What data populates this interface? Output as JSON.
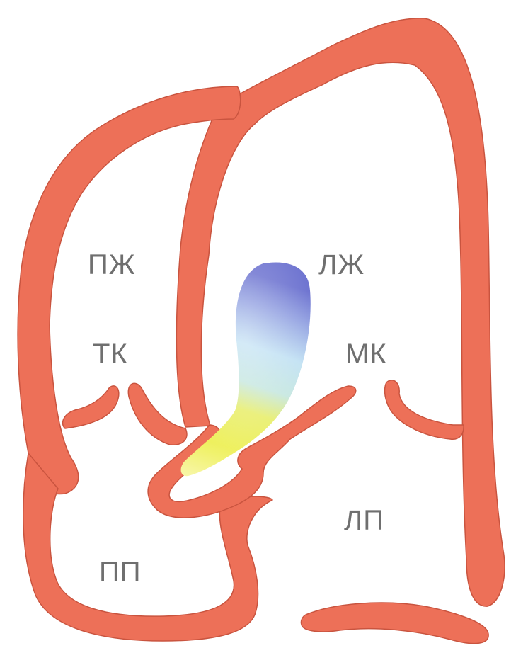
{
  "colors": {
    "myocardium": "#ed7058",
    "outline": "#c44d3a",
    "jet_blue": "#6e7cd4",
    "jet_light": "#b9dcf1",
    "jet_yellow": "#eef05a",
    "label": "#6f6f6f"
  },
  "labels": {
    "rv": "ПЖ",
    "lv": "ЛЖ",
    "tv": "ТК",
    "mv": "МК",
    "la": "ЛП",
    "ra": "ПП"
  }
}
